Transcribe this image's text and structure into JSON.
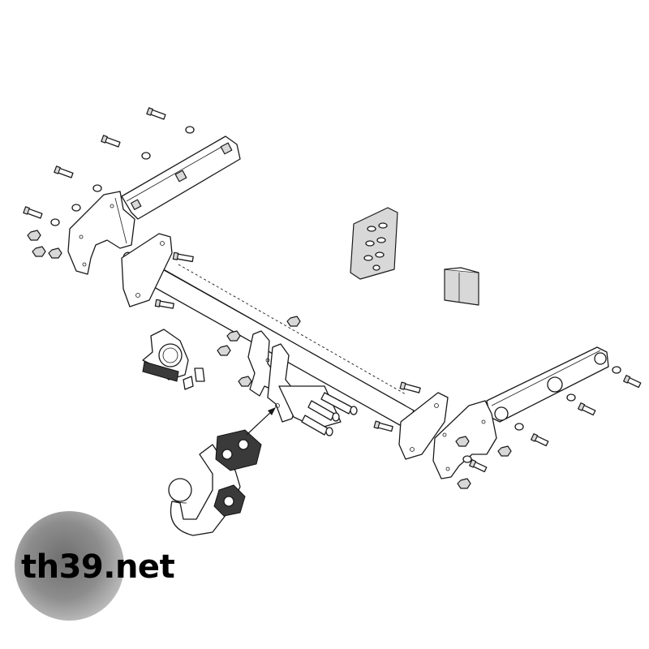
{
  "watermark": {
    "text": "th39.net",
    "disc_color": "#8d8d8d",
    "text_color": "#000000"
  },
  "diagram": {
    "line_color": "#1a1a1a",
    "background": "#ffffff",
    "parts": [
      "left-bracket-arm",
      "right-bracket-arm",
      "crossbar-tube",
      "tow-ball-neck",
      "socket-plate",
      "fixing-kit-card",
      "instruction-booklet",
      "bolts",
      "washers",
      "nuts",
      "fitting-arrow"
    ]
  }
}
